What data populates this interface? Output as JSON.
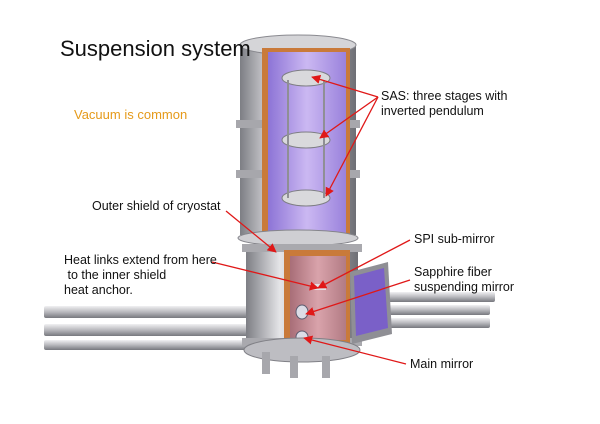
{
  "slide": {
    "title": "Suspension system",
    "note": "Vacuum is common"
  },
  "labels": {
    "sas": [
      "SAS: three stages with",
      "inverted pendulum"
    ],
    "outer_shield": "Outer shield of cryostat",
    "heat_links": [
      "Heat links extend from here",
      " to the inner shield",
      "heat anchor."
    ],
    "spi": "SPI sub-mirror",
    "sapphire": [
      "Sapphire fiber",
      "suspending mirror"
    ],
    "main_mirror": "Main mirror"
  },
  "colors": {
    "note": "#e59a1a",
    "arrow": "#e01818",
    "shell": "#c9c9cc",
    "shell_dark": "#8f9095",
    "copper": "#c97a3a",
    "inner_purple": "#b6a0e8",
    "chamber_pink": "#c98c96",
    "door_purple": "#7a60c8"
  }
}
